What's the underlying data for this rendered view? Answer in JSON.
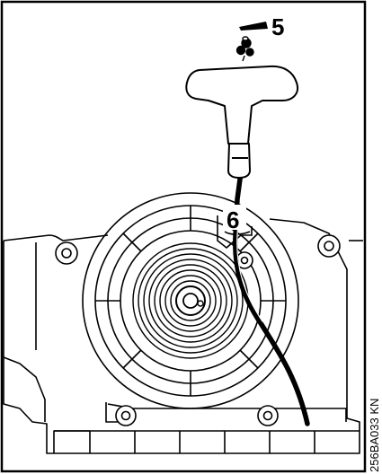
{
  "figure": {
    "callouts": {
      "top": "5",
      "mid": "6"
    },
    "code": "256BA033 KN"
  },
  "colors": {
    "ink": "#000000",
    "paper": "#ffffff"
  }
}
